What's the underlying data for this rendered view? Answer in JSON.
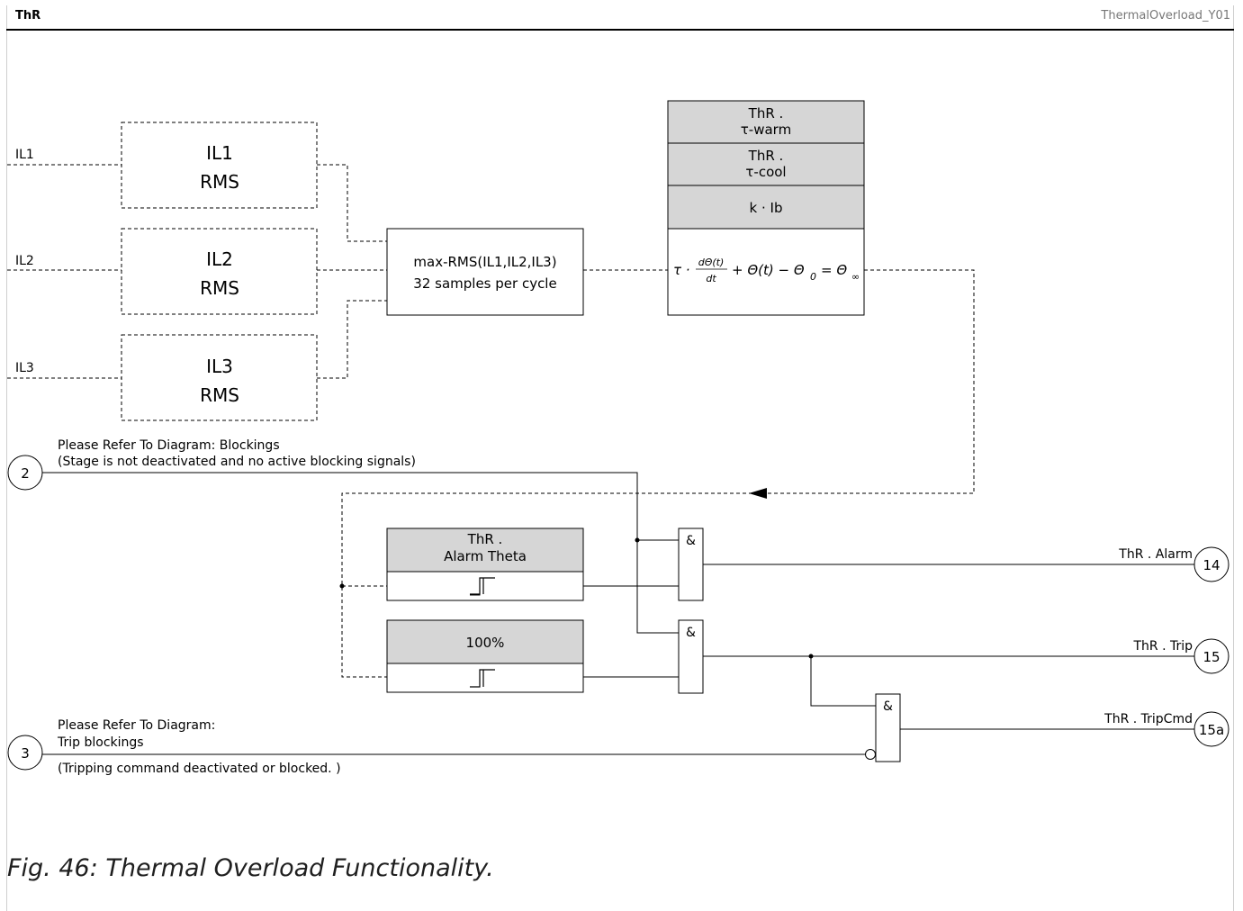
{
  "header": {
    "left": "ThR",
    "right": "ThermalOverload_Y01"
  },
  "caption": "Fig. 46: Thermal Overload Functionality.",
  "inputs": {
    "il1": "IL1",
    "il2": "IL2",
    "il3": "IL3"
  },
  "rms_blocks": [
    {
      "line1": "IL1",
      "line2": "RMS"
    },
    {
      "line1": "IL2",
      "line2": "RMS"
    },
    {
      "line1": "IL3",
      "line2": "RMS"
    }
  ],
  "max_rms": {
    "line1": "max-RMS(IL1,IL2,IL3)",
    "line2": "32 samples per cycle"
  },
  "params": {
    "tau_warm": {
      "line1": "ThR .",
      "line2": "τ-warm"
    },
    "tau_cool": {
      "line1": "ThR .",
      "line2": "τ-cool"
    },
    "k_ib": "k · Ib"
  },
  "equation": {
    "tau": "τ ·",
    "num": "dΘ(t)",
    "den": "dt",
    "rest": "+ Θ(t) − Θ",
    "sub": "0",
    "tail": "= Θ",
    "inf": "∞"
  },
  "blocking": {
    "ref": "2",
    "line1": "Please Refer To Diagram: Blockings",
    "line2": "(Stage is not deactivated and no active blocking signals)"
  },
  "alarm_theta": {
    "line1": "ThR .",
    "line2": "Alarm Theta"
  },
  "trip_level": "100%",
  "gate_symbol": "&",
  "trip_blocking": {
    "ref": "3",
    "line1": "Please Refer To Diagram:",
    "line2": "Trip blockings",
    "line3": "(Tripping command deactivated or blocked. )"
  },
  "outputs": [
    {
      "label": "ThR . Alarm",
      "ref": "14"
    },
    {
      "label": "ThR . Trip",
      "ref": "15"
    },
    {
      "label": "ThR . TripCmd",
      "ref": "15a"
    }
  ]
}
